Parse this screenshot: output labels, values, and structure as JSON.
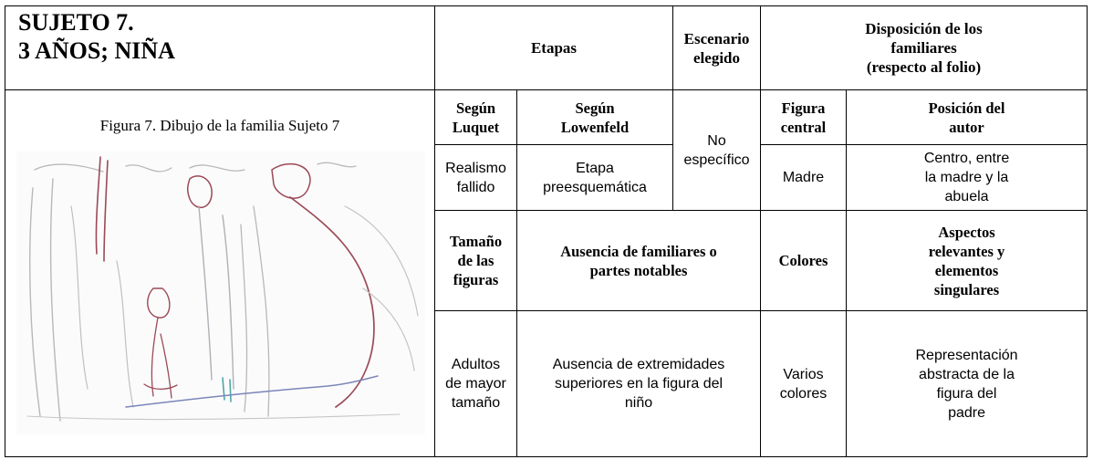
{
  "subject": {
    "line1": "SUJETO 7.",
    "line2": "3 AÑOS; NIÑA"
  },
  "headers": {
    "etapas": "Etapas",
    "escenario": "Escenario elegido",
    "disposicion": [
      "Disposición de los",
      "familiares",
      "(respecto al folio)"
    ]
  },
  "figure": {
    "caption": "Figura 7. Dibujo de la familia Sujeto 7",
    "alt": "Dibujo infantil de la familia"
  },
  "row1": {
    "luquet_header": [
      "Según",
      "Luquet"
    ],
    "lowenfeld_header": [
      "Según",
      "Lowenfeld"
    ],
    "escenario_value": [
      "No",
      "específico"
    ],
    "figura_central_header": [
      "Figura",
      "central"
    ],
    "posicion_header": [
      "Posición del",
      "autor"
    ]
  },
  "row2": {
    "luquet_value": [
      "Realismo",
      "fallido"
    ],
    "lowenfeld_value": [
      "Etapa",
      "preesquemática"
    ],
    "figura_central_value": "Madre",
    "posicion_value": [
      "Centro, entre",
      "la madre y la",
      "abuela"
    ]
  },
  "row3": {
    "tamano_header": [
      "Tamaño",
      "de las",
      "figuras"
    ],
    "ausencia_header": [
      "Ausencia de familiares o",
      "partes notables"
    ],
    "colores_header": "Colores",
    "aspectos_header": [
      "Aspectos",
      "relevantes y",
      "elementos",
      "singulares"
    ]
  },
  "row4": {
    "tamano_value": [
      "Adultos",
      "de mayor",
      "tamaño"
    ],
    "ausencia_value": [
      "Ausencia de extremidades",
      "superiores en la figura del",
      "niño"
    ],
    "colores_value": [
      "Varios",
      "colores"
    ],
    "aspectos_value": [
      "Representación",
      "abstracta de la",
      "figura del",
      "padre"
    ]
  },
  "colors": {
    "pencil_red": "#9b4a55",
    "pencil_blue": "#7b86b8",
    "pencil_grey": "#b8b8bc",
    "pencil_teal": "#4fa7a6"
  }
}
